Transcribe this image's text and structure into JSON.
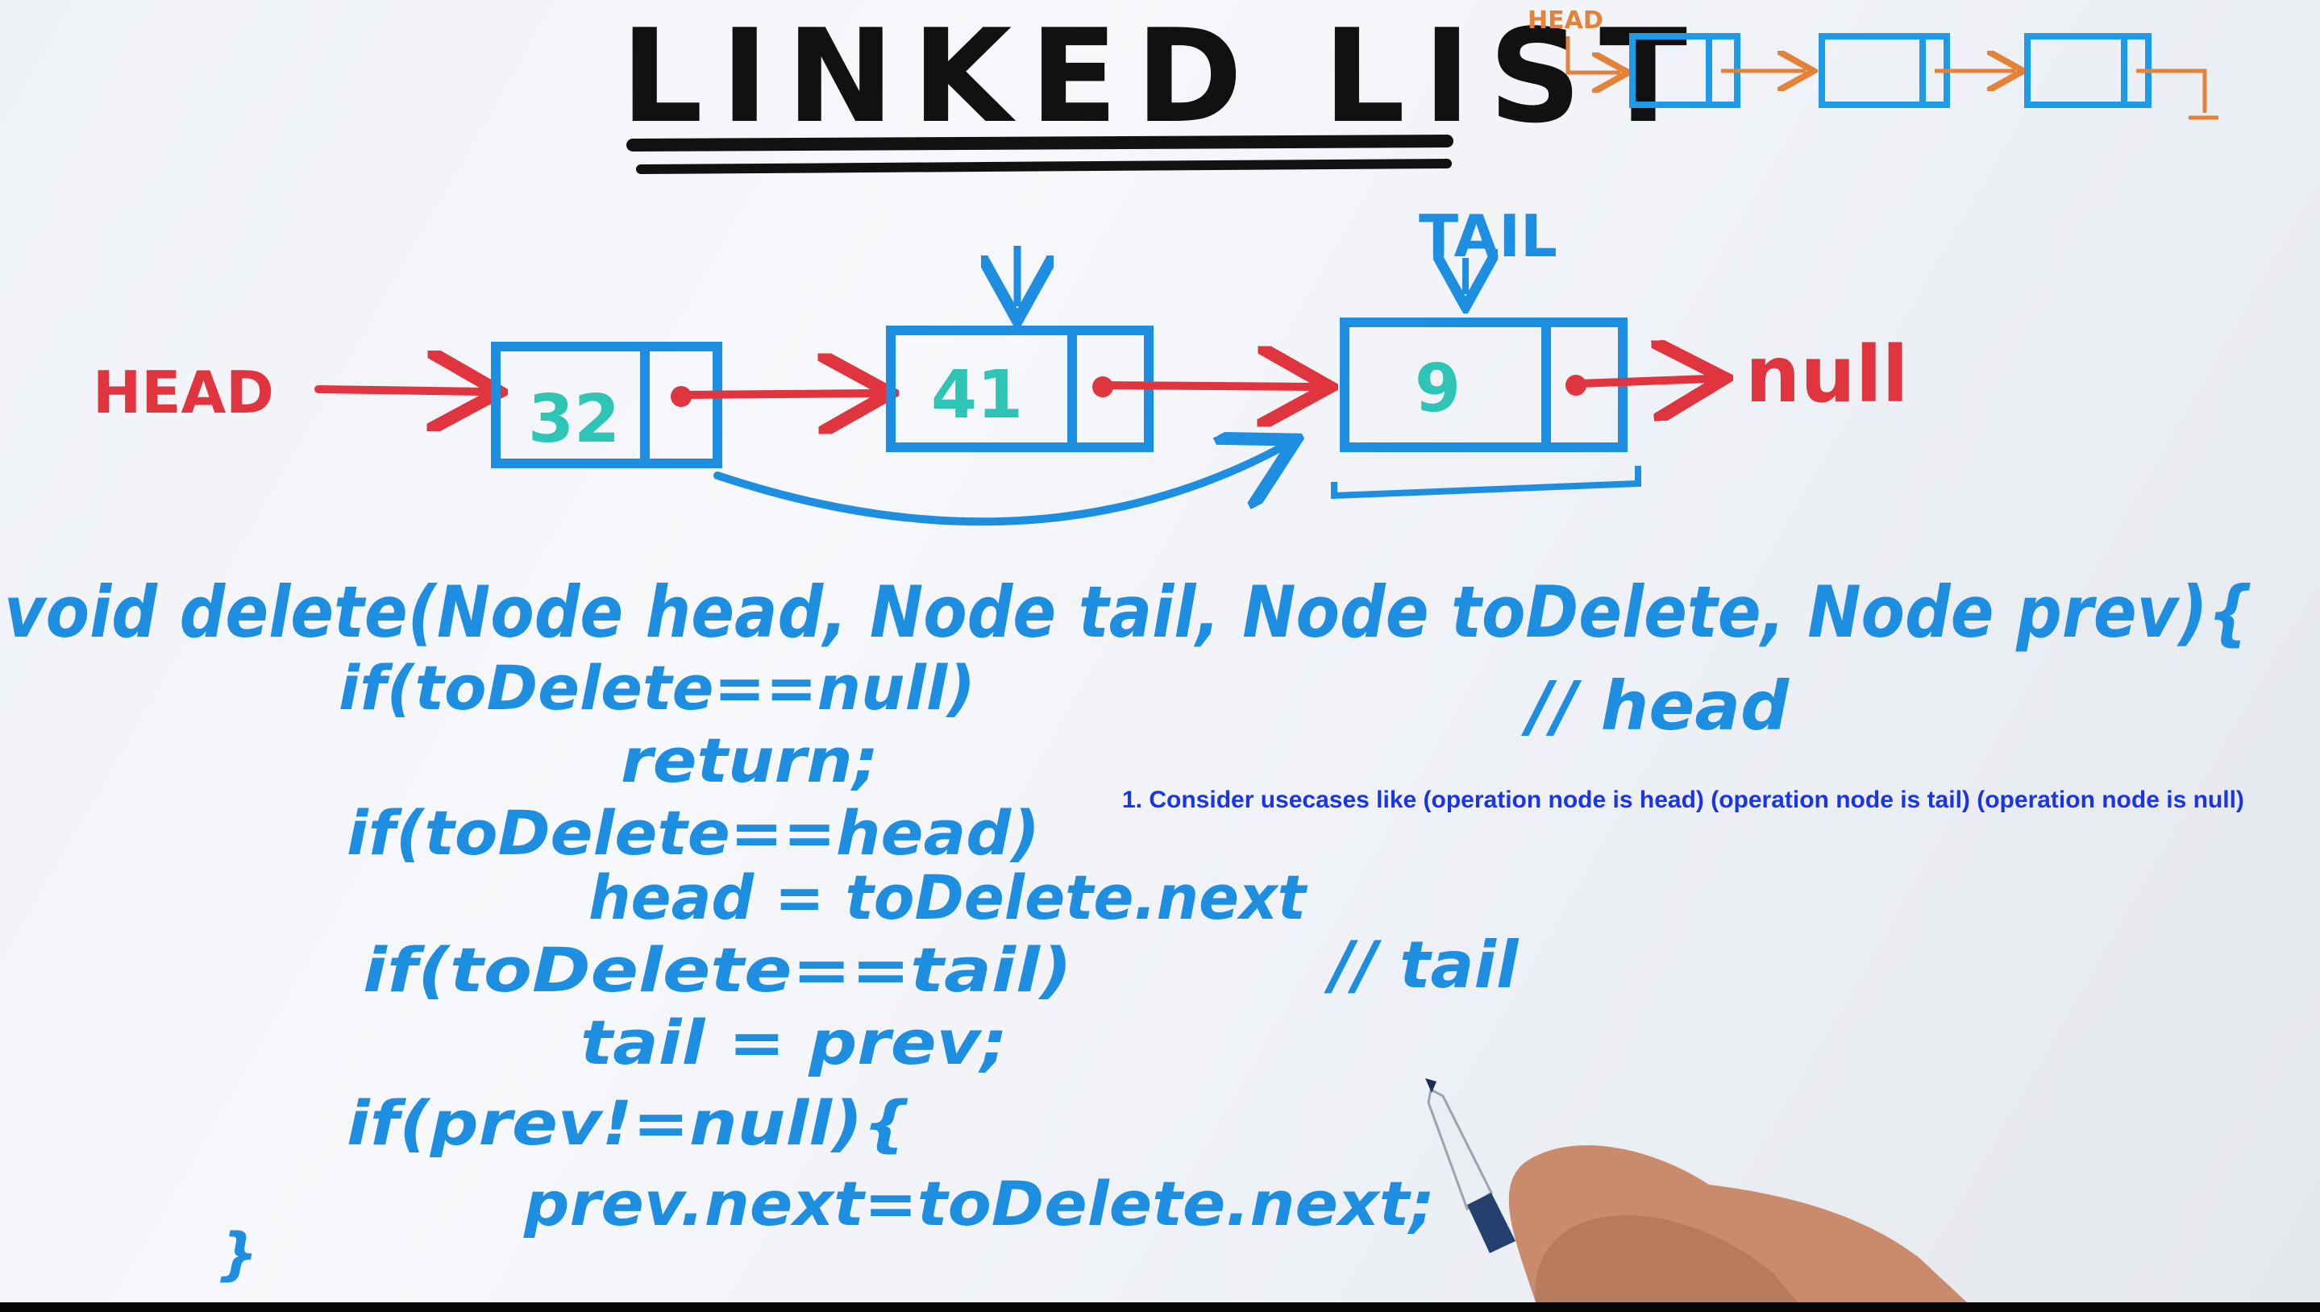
{
  "title": "LINKED LIST",
  "mini_diagram": {
    "head_label": "HEAD"
  },
  "main_diagram": {
    "head_label": "HEAD",
    "tail_label": "TAIL",
    "nodes": [
      {
        "value": "32"
      },
      {
        "value": "41"
      },
      {
        "value": "9"
      }
    ],
    "null_label": "null"
  },
  "code": {
    "lines": [
      "void delete(Node head, Node tail, Node toDelete, Node prev){",
      "if(toDelete==null)",
      "return;",
      "if(toDelete==head)",
      "head = toDelete.next",
      "if(toDelete==tail)",
      "tail = prev;",
      "if(prev!=null){",
      "prev.next=toDelete.next;",
      "}"
    ],
    "comment_head": "// head",
    "comment_tail": "// tail"
  },
  "annotation": "1. Consider usecases like (operation node is head) (operation node is tail) (operation node is null)",
  "colors": {
    "marker_black": "#111111",
    "marker_blue": "#1e8fe0",
    "marker_red": "#e0343f",
    "marker_teal": "#2ec4b6",
    "marker_orange": "#e4823a",
    "annotation_blue": "#1a35e6"
  }
}
